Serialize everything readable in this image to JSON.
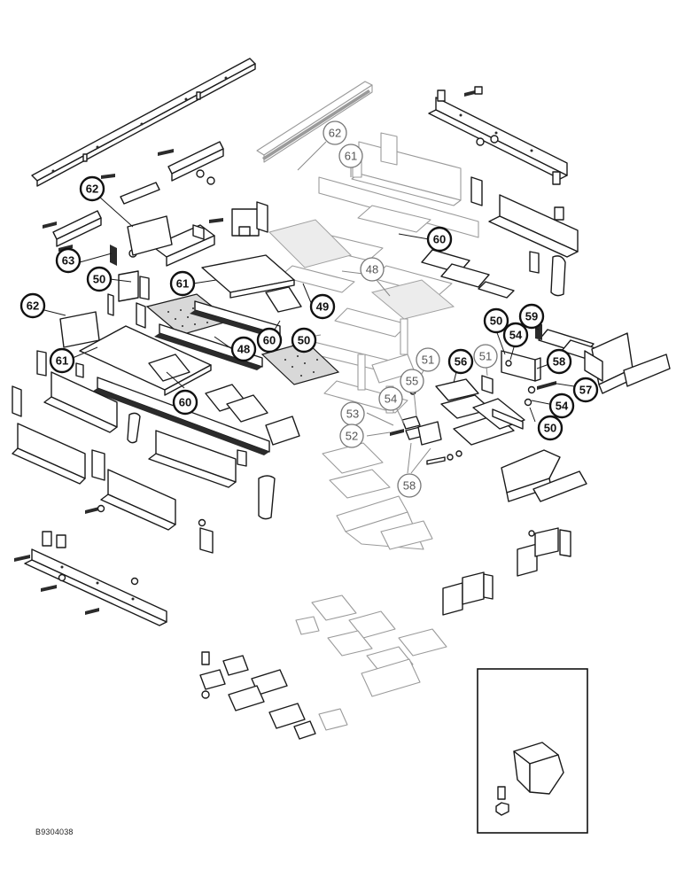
{
  "drawing": {
    "code": "B9304038"
  },
  "callouts": [
    {
      "id": "c62a",
      "label": "62",
      "style": "faded"
    },
    {
      "id": "c61a",
      "label": "61",
      "style": "faded"
    },
    {
      "id": "c62b",
      "label": "62",
      "style": "bold"
    },
    {
      "id": "c60a",
      "label": "60",
      "style": "bold"
    },
    {
      "id": "c63",
      "label": "63",
      "style": "bold"
    },
    {
      "id": "c48a",
      "label": "48",
      "style": "faded"
    },
    {
      "id": "c50a",
      "label": "50",
      "style": "bold"
    },
    {
      "id": "c61b",
      "label": "61",
      "style": "bold"
    },
    {
      "id": "c49",
      "label": "49",
      "style": "bold"
    },
    {
      "id": "c62c",
      "label": "62",
      "style": "bold"
    },
    {
      "id": "c50b",
      "label": "50",
      "style": "bold"
    },
    {
      "id": "c59",
      "label": "59",
      "style": "bold"
    },
    {
      "id": "c60b",
      "label": "60",
      "style": "bold"
    },
    {
      "id": "c50c",
      "label": "50",
      "style": "bold"
    },
    {
      "id": "c54a",
      "label": "54",
      "style": "bold"
    },
    {
      "id": "c48b",
      "label": "48",
      "style": "bold"
    },
    {
      "id": "c61c",
      "label": "61",
      "style": "bold"
    },
    {
      "id": "c51a",
      "label": "51",
      "style": "faded"
    },
    {
      "id": "c56",
      "label": "56",
      "style": "bold"
    },
    {
      "id": "c51b",
      "label": "51",
      "style": "faded"
    },
    {
      "id": "c58a",
      "label": "58",
      "style": "bold"
    },
    {
      "id": "c55",
      "label": "55",
      "style": "faded"
    },
    {
      "id": "c54b",
      "label": "54",
      "style": "faded"
    },
    {
      "id": "c57",
      "label": "57",
      "style": "bold"
    },
    {
      "id": "c60c",
      "label": "60",
      "style": "bold"
    },
    {
      "id": "c54c",
      "label": "54",
      "style": "bold"
    },
    {
      "id": "c53",
      "label": "53",
      "style": "faded"
    },
    {
      "id": "c50d",
      "label": "50",
      "style": "bold"
    },
    {
      "id": "c52",
      "label": "52",
      "style": "faded"
    },
    {
      "id": "c58b",
      "label": "58",
      "style": "faded"
    }
  ]
}
